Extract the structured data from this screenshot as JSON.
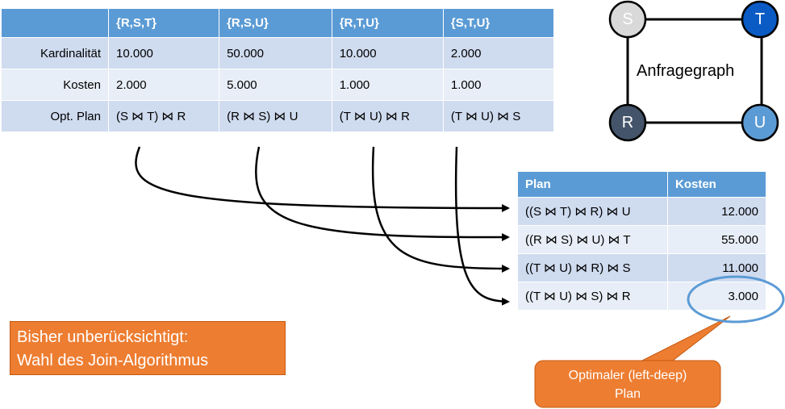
{
  "top_table": {
    "headers": [
      "",
      "{R,S,T}",
      "{R,S,U}",
      "{R,T,U}",
      "{S,T,U}"
    ],
    "rows": [
      {
        "label": "Kardinalität",
        "cells": [
          "10.000",
          "50.000",
          "10.000",
          "2.000"
        ]
      },
      {
        "label": "Kosten",
        "cells": [
          "2.000",
          "5.000",
          "1.000",
          "1.000"
        ]
      },
      {
        "label": "Opt. Plan",
        "cells": [
          "(S ⋈ T) ⋈ R",
          "(R ⋈ S) ⋈ U",
          "(T ⋈ U) ⋈ R",
          "(T ⋈ U) ⋈ S"
        ]
      }
    ]
  },
  "plan_table": {
    "headers": [
      "Plan",
      "Kosten"
    ],
    "rows": [
      {
        "plan": "((S ⋈ T) ⋈ R) ⋈ U",
        "cost": "12.000"
      },
      {
        "plan": "((R ⋈ S) ⋈ U) ⋈ T",
        "cost": "55.000"
      },
      {
        "plan": "((T ⋈ U) ⋈ R) ⋈ S",
        "cost": "11.000"
      },
      {
        "plan": "((T ⋈ U) ⋈ S) ⋈ R",
        "cost": "3.000"
      }
    ]
  },
  "graph": {
    "label": "Anfragegraph",
    "nodes": {
      "S": "S",
      "T": "T",
      "R": "R",
      "U": "U"
    },
    "colors": {
      "S": "#d9d9d9",
      "T": "#0a5bc4",
      "R": "#44546a",
      "U": "#5b9bd5"
    }
  },
  "note": {
    "line1": "Bisher unberücksichtigt:",
    "line2": "Wahl des Join-Algorithmus"
  },
  "callout": {
    "line1": "Optimaler (left-deep)",
    "line2": "Plan"
  },
  "colors": {
    "header": "#5b9bd5",
    "row_dark": "#cfdbef",
    "row_light": "#e8eef7",
    "orange": "#ed7d31",
    "ellipse": "#5b9bd5"
  }
}
